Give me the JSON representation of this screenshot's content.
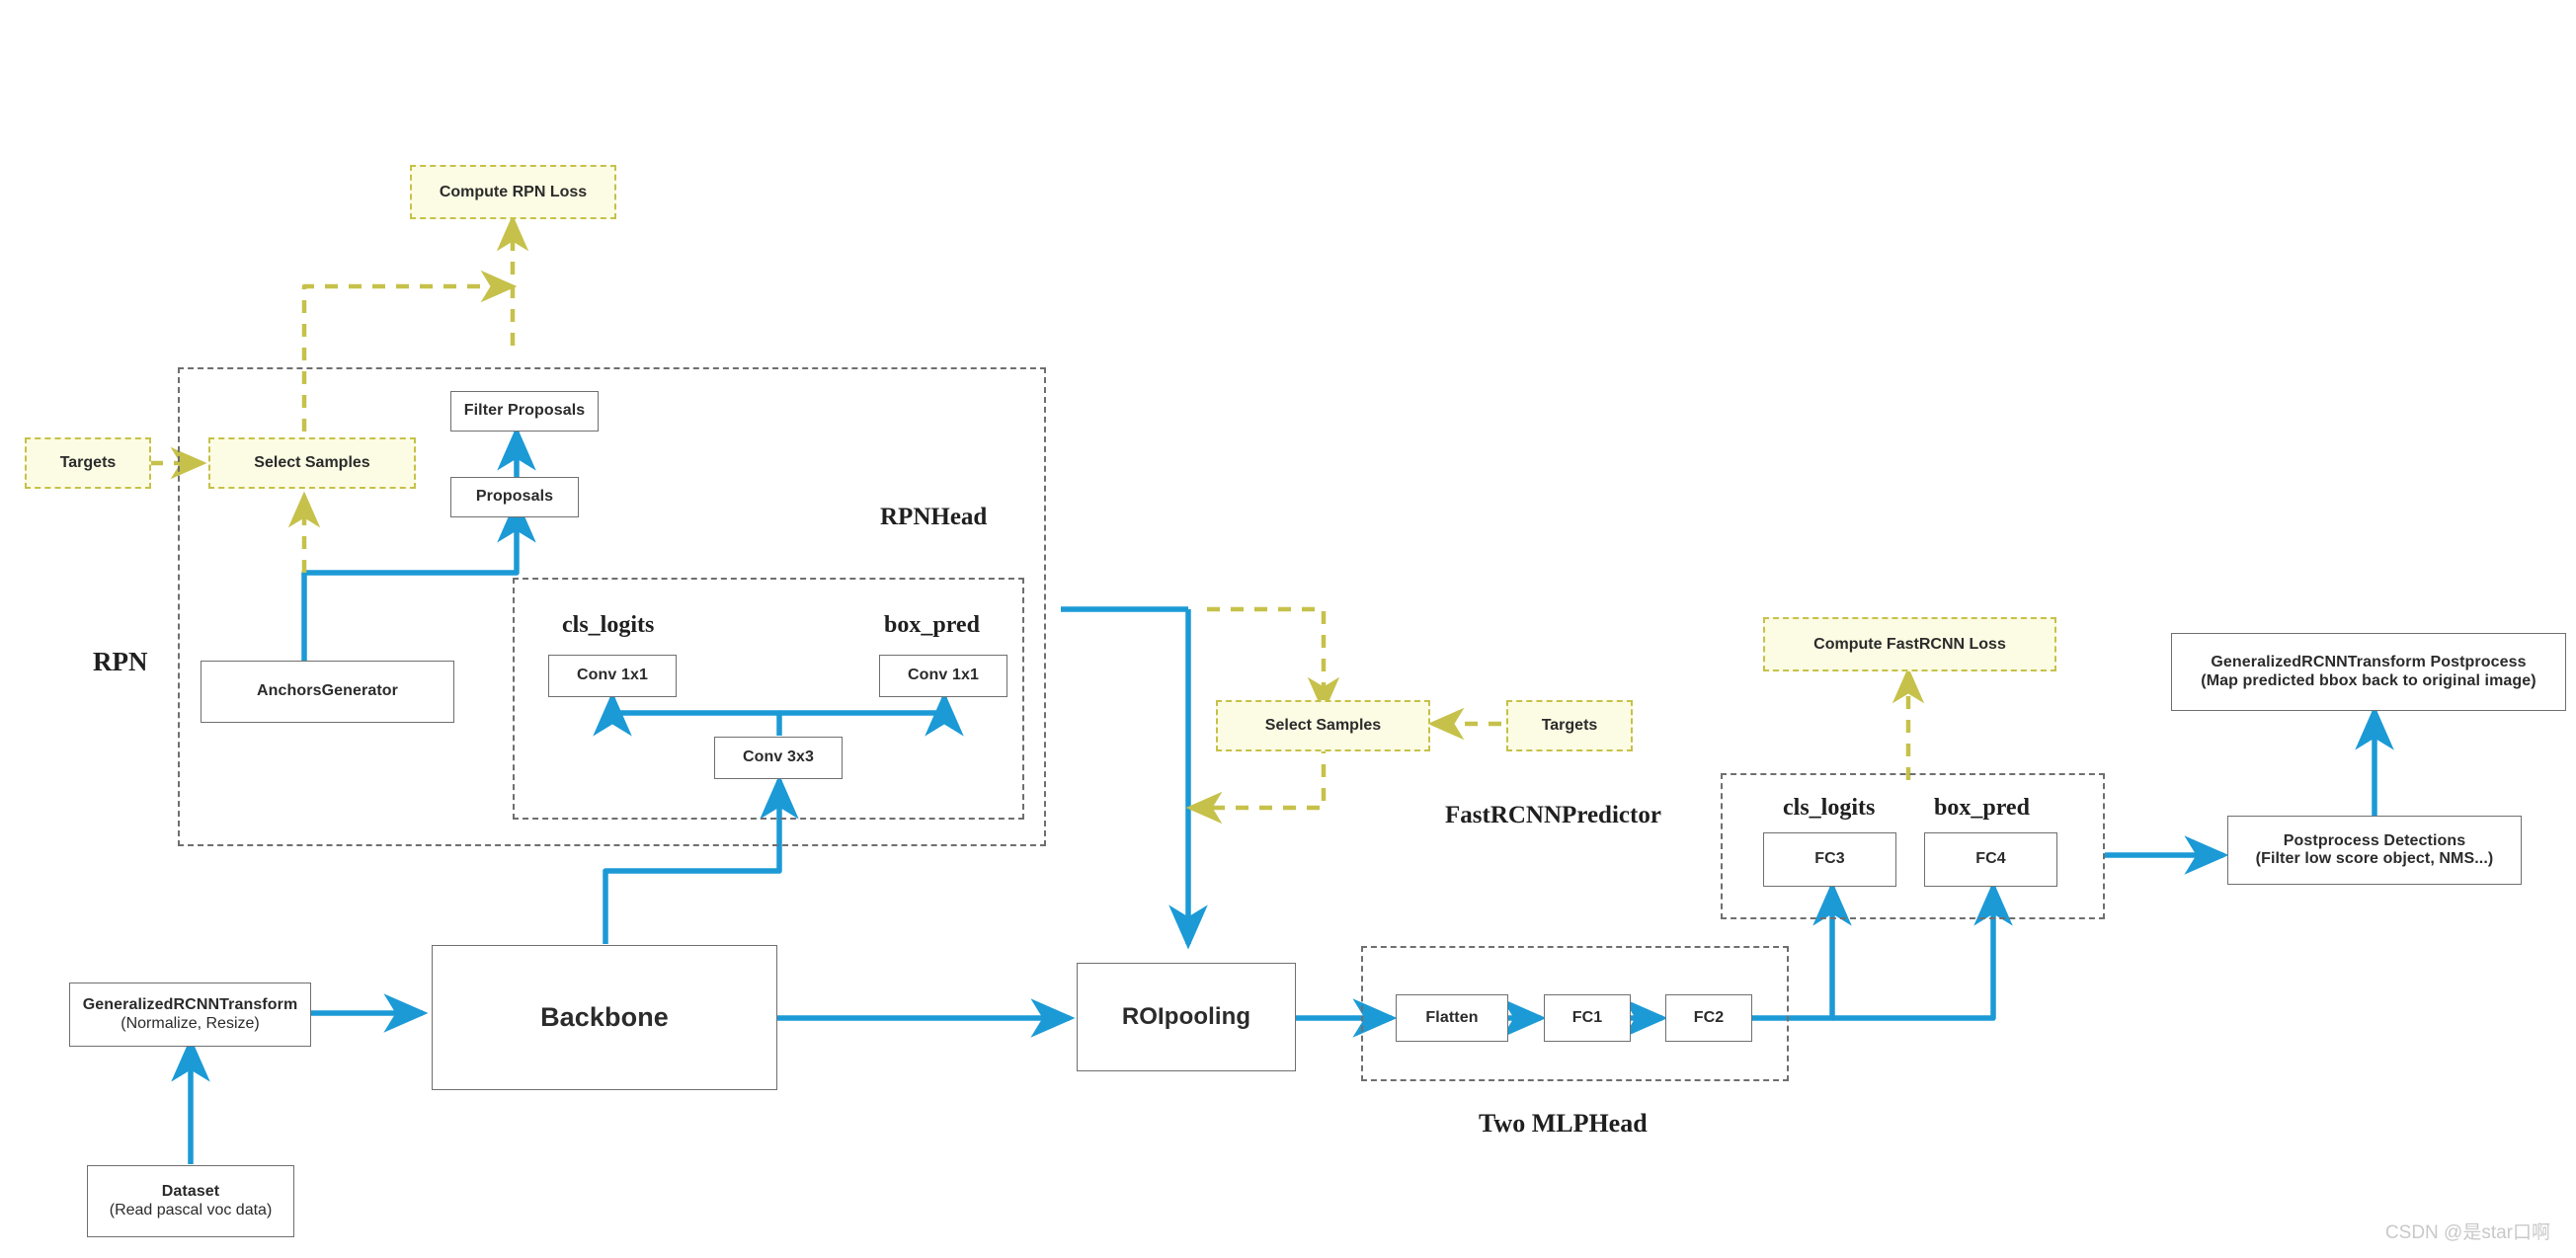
{
  "diagram": {
    "title": "Faster R-CNN training / inference pipeline",
    "colors": {
      "flow_blue": "#1b9ad6",
      "loss_yellow_fill": "#fcfbe3",
      "loss_yellow_stroke": "#c6c14a",
      "box_stroke": "#6f6f6f",
      "text": "#2b2b2b",
      "watermark": "#c9c9c9"
    },
    "watermark": "CSDN @是star口啊",
    "group_captions": [
      {
        "id": "rpn",
        "label": "RPN"
      },
      {
        "id": "rpn-head",
        "label": "RPNHead"
      },
      {
        "id": "rpn-cls-logits",
        "label": "cls_logits"
      },
      {
        "id": "rpn-box-pred",
        "label": "box_pred"
      },
      {
        "id": "fastrcnn-predictor",
        "label": "FastRCNNPredictor"
      },
      {
        "id": "fast-cls-logits",
        "label": "cls_logits"
      },
      {
        "id": "fast-box-pred",
        "label": "box_pred"
      },
      {
        "id": "two-mlp-head",
        "label": "Two MLPHead"
      }
    ],
    "nodes": [
      {
        "id": "dataset",
        "line1": "Dataset",
        "line2": "(Read pascal voc data)"
      },
      {
        "id": "transform",
        "line1": "GeneralizedRCNNTransform",
        "line2": "(Normalize, Resize)"
      },
      {
        "id": "backbone",
        "line1": "Backbone",
        "line2": ""
      },
      {
        "id": "anchors-generator",
        "line1": "AnchorsGenerator",
        "line2": ""
      },
      {
        "id": "rpn-conv3x3",
        "line1": "Conv 3x3",
        "line2": ""
      },
      {
        "id": "rpn-cls-conv1x1",
        "line1": "Conv 1x1",
        "line2": ""
      },
      {
        "id": "rpn-box-conv1x1",
        "line1": "Conv 1x1",
        "line2": ""
      },
      {
        "id": "proposals",
        "line1": "Proposals",
        "line2": ""
      },
      {
        "id": "filter-proposals",
        "line1": "Filter Proposals",
        "line2": ""
      },
      {
        "id": "roipooling",
        "line1": "ROIpooling",
        "line2": ""
      },
      {
        "id": "flatten",
        "line1": "Flatten",
        "line2": ""
      },
      {
        "id": "fc1",
        "line1": "FC1",
        "line2": ""
      },
      {
        "id": "fc2",
        "line1": "FC2",
        "line2": ""
      },
      {
        "id": "fc3",
        "line1": "FC3",
        "line2": ""
      },
      {
        "id": "fc4",
        "line1": "FC4",
        "line2": ""
      },
      {
        "id": "postprocess-detections",
        "line1": "Postprocess Detections",
        "line2": "(Filter low score object,  NMS...)"
      },
      {
        "id": "transform-postprocess",
        "line1": "GeneralizedRCNNTransform   Postprocess",
        "line2": "(Map predicted bbox back to original image)"
      }
    ],
    "loss_nodes": [
      {
        "id": "rpn-targets",
        "label": "Targets"
      },
      {
        "id": "rpn-select-samples",
        "label": "Select Samples"
      },
      {
        "id": "compute-rpn-loss",
        "label": "Compute RPN Loss"
      },
      {
        "id": "fast-select-samples",
        "label": "Select Samples"
      },
      {
        "id": "fast-targets",
        "label": "Targets"
      },
      {
        "id": "compute-fast-loss",
        "label": "Compute FastRCNN Loss"
      }
    ]
  }
}
